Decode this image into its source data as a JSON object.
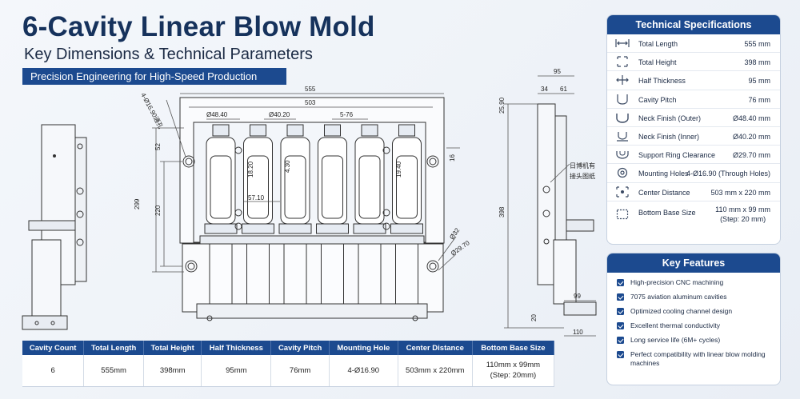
{
  "header": {
    "title": "6-Cavity Linear Blow Mold",
    "subtitle": "Key Dimensions & Technical Parameters",
    "banner": "Precision Engineering for High-Speed Production"
  },
  "drawing": {
    "dims": {
      "total_length": "555",
      "center_distance": "503",
      "neck_outer": "Ø48.40",
      "neck_inner": "Ø40.20",
      "pitch": "5-76",
      "mounting_holes": "4-Ø16.90通孔",
      "dim_52": "52",
      "dim_299": "299",
      "dim_220": "220",
      "dim_18_20": "18.20",
      "dim_4_30": "4.30",
      "dim_19_40": "19.40",
      "dim_57_10": "57.10",
      "dim_16": "16",
      "dim_32": "Ø32",
      "dim_29_70": "Ø29.70",
      "side_95": "95",
      "side_34": "34",
      "side_61": "61",
      "side_25_90": "25.90",
      "side_398": "398",
      "side_99": "99",
      "side_20": "20",
      "side_110": "110",
      "note_line1": "日博机有",
      "note_line2": "接头图纸"
    }
  },
  "specs": {
    "title": "Technical Specifications",
    "rows": [
      {
        "icon": "total-length-icon",
        "label": "Total Length",
        "value": "555 mm"
      },
      {
        "icon": "total-height-icon",
        "label": "Total Height",
        "value": "398 mm"
      },
      {
        "icon": "half-thickness-icon",
        "label": "Half Thickness",
        "value": "95 mm"
      },
      {
        "icon": "cavity-pitch-icon",
        "label": "Cavity Pitch",
        "value": "76 mm"
      },
      {
        "icon": "neck-finish-outer-icon",
        "label": "Neck Finish (Outer)",
        "value": "Ø48.40 mm"
      },
      {
        "icon": "neck-finish-inner-icon",
        "label": "Neck Finish (Inner)",
        "value": "Ø40.20 mm"
      },
      {
        "icon": "support-ring-icon",
        "label": "Support Ring Clearance",
        "value": "Ø29.70 mm"
      },
      {
        "icon": "mounting-holes-icon",
        "label": "Mounting Holes",
        "value": "4-Ø16.90 (Through Holes)"
      },
      {
        "icon": "center-distance-icon",
        "label": "Center Distance",
        "value": "503 mm x 220 mm"
      },
      {
        "icon": "bottom-base-icon",
        "label": "Bottom Base Size",
        "value": "110 mm x 99 mm\n(Step: 20 mm)"
      }
    ]
  },
  "features": {
    "title": "Key Features",
    "items": [
      "High-precision CNC machining",
      "7075 aviation aluminum cavities",
      "Optimized cooling channel design",
      "Excellent thermal conductivity",
      "Long service life (6M+ cycles)",
      "Perfect compatibility with linear blow molding machines"
    ]
  },
  "table": {
    "headers": [
      "Cavity Count",
      "Total Length",
      "Total Height",
      "Half Thickness",
      "Cavity Pitch",
      "Mounting Hole",
      "Center Distance",
      "Bottom Base Size"
    ],
    "values": [
      "6",
      "555mm",
      "398mm",
      "95mm",
      "76mm",
      "4-Ø16.90",
      "503mm x 220mm",
      "110mm x 99mm\n(Step: 20mm)"
    ]
  },
  "colors": {
    "primary": "#1c4a8f",
    "title": "#16325c",
    "line": "#333333"
  }
}
